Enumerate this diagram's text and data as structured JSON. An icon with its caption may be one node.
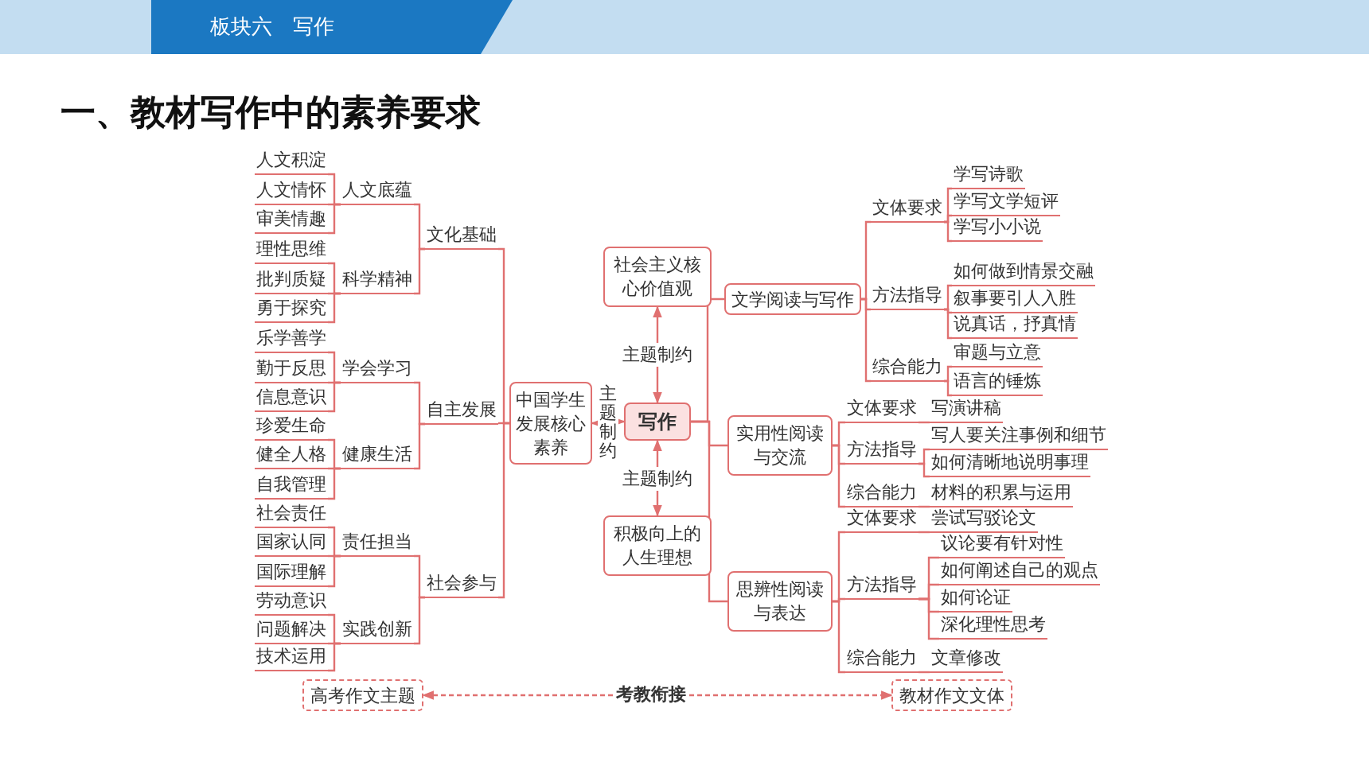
{
  "diagram": {
    "title": "一、教材写作中的素养要求",
    "nodes": [
      {
        "text": [
          "中国学生发展核心素养"
        ]
      },
      {
        "text": [
          "文化基础"
        ]
      },
      {
        "text": [
          "人文底蕴"
        ]
      },
      {
        "text": [
          "人文积淀"
        ]
      },
      {
        "text": [
          "人文情怀"
        ]
      },
      {
        "text": [
          "审美情趣"
        ]
      },
      {
        "text": [
          "科学精神"
        ]
      },
      {
        "text": [
          "理性思维"
        ]
      },
      {
        "text": [
          "批判质疑"
        ]
      },
      {
        "text": [
          "勇于探究"
        ]
      },
      {
        "text": [
          "自主发展"
        ]
      },
      {
        "text": [
          "学会学习"
        ]
      },
      {
        "text": [
          "乐学善学"
        ]
      },
      {
        "text": [
          "勤于反思"
        ]
      },
      {
        "text": [
          "信息意识"
        ]
      },
      {
        "text": [
          "健康生活"
        ]
      },
      {
        "text": [
          "珍爱生命"
        ]
      },
      {
        "text": [
          "健全人格"
        ]
      },
      {
        "text": [
          "自我管理"
        ]
      },
      {
        "text": [
          "社会参与"
        ]
      },
      {
        "text": [
          "责任担当"
        ]
      },
      {
        "text": [
          "社会责任"
        ]
      },
      {
        "text": [
          "国家认同"
        ]
      },
      {
        "text": [
          "国际理解"
        ]
      },
      {
        "text": [
          "实践创新"
        ]
      },
      {
        "text": [
          "劳动意识"
        ]
      },
      {
        "text": [
          "问题解决"
        ]
      },
      {
        "text": [
          "技术运用"
        ]
      },
      {
        "text": [
          "社会主义核心价值观"
        ]
      },
      {
        "text": [
          "写作"
        ]
      },
      {
        "text": [
          "积极向上的人生理想"
        ]
      },
      {
        "text": [
          "文学阅读与写作"
        ]
      },
      {
        "text": [
          "文体要求"
        ]
      },
      {
        "text": [
          "学写诗歌"
        ]
      },
      {
        "text": [
          "学写文学短评"
        ]
      },
      {
        "text": [
          "学写小小说"
        ]
      },
      {
        "text": [
          "方法指导"
        ]
      },
      {
        "text": [
          "如何做到情景交融"
        ]
      },
      {
        "text": [
          "叙事要引人入胜"
        ]
      },
      {
        "text": [
          "说真话，抒真情"
        ]
      },
      {
        "text": [
          "综合能力"
        ]
      },
      {
        "text": [
          "审题与立意"
        ]
      },
      {
        "text": [
          "语言的锤炼"
        ]
      },
      {
        "text": [
          "实用性阅读与交流"
        ]
      },
      {
        "text": [
          "文体要求"
        ]
      },
      {
        "text": [
          "写演讲稿"
        ]
      },
      {
        "text": [
          "方法指导"
        ]
      },
      {
        "text": [
          "写人要关注事例和细节"
        ]
      },
      {
        "text": [
          "如何清晰地说明事理"
        ]
      },
      {
        "text": [
          "综合能力"
        ]
      },
      {
        "text": [
          "材料的积累与运用"
        ]
      },
      {
        "text": [
          "思辨性阅读与表达"
        ]
      },
      {
        "text": [
          "文体要求"
        ]
      },
      {
        "text": [
          "尝试写驳论文"
        ]
      },
      {
        "text": [
          "方法指导"
        ]
      },
      {
        "text": [
          "议论要有针对性"
        ]
      },
      {
        "text": [
          "如何阐述自己的观点"
        ]
      },
      {
        "text": [
          "如何论证"
        ]
      },
      {
        "text": [
          "深化理性思考"
        ]
      },
      {
        "text": [
          "综合能力"
        ]
      },
      {
        "text": [
          "文章修改"
        ]
      },
      {
        "text": [
          "高考作文主题"
        ]
      },
      {
        "text": [
          "考教衔接"
        ]
      },
      {
        "text": [
          "教材作文文体"
        ]
      }
    ],
    "edges": [
      {
        "from": 0,
        "to": 1,
        "arrow": "none"
      },
      {
        "from": 0,
        "to": 10,
        "arrow": "none"
      },
      {
        "from": 0,
        "to": 19,
        "arrow": "none"
      },
      {
        "from": 1,
        "to": 2,
        "arrow": "none"
      },
      {
        "from": 1,
        "to": 6,
        "arrow": "none"
      },
      {
        "from": 2,
        "to": 3,
        "arrow": "none"
      },
      {
        "from": 2,
        "to": 4,
        "arrow": "none"
      },
      {
        "from": 2,
        "to": 5,
        "arrow": "none"
      },
      {
        "from": 6,
        "to": 7,
        "arrow": "none"
      },
      {
        "from": 6,
        "to": 8,
        "arrow": "none"
      },
      {
        "from": 6,
        "to": 9,
        "arrow": "none"
      },
      {
        "from": 10,
        "to": 11,
        "arrow": "none"
      },
      {
        "from": 10,
        "to": 15,
        "arrow": "none"
      },
      {
        "from": 11,
        "to": 12,
        "arrow": "none"
      },
      {
        "from": 11,
        "to": 13,
        "arrow": "none"
      },
      {
        "from": 11,
        "to": 14,
        "arrow": "none"
      },
      {
        "from": 15,
        "to": 16,
        "arrow": "none"
      },
      {
        "from": 15,
        "to": 17,
        "arrow": "none"
      },
      {
        "from": 15,
        "to": 18,
        "arrow": "none"
      },
      {
        "from": 19,
        "to": 20,
        "arrow": "none"
      },
      {
        "from": 19,
        "to": 24,
        "arrow": "none"
      },
      {
        "from": 20,
        "to": 21,
        "arrow": "none"
      },
      {
        "from": 20,
        "to": 22,
        "arrow": "none"
      },
      {
        "from": 20,
        "to": 23,
        "arrow": "none"
      },
      {
        "from": 24,
        "to": 25,
        "arrow": "none"
      },
      {
        "from": 24,
        "to": 26,
        "arrow": "none"
      },
      {
        "from": 24,
        "to": 27,
        "arrow": "none"
      },
      {
        "from": 29,
        "to": 28,
        "arrow": "both",
        "label": "主题制约"
      },
      {
        "from": 29,
        "to": 0,
        "arrow": "both",
        "label": "主题制约"
      },
      {
        "from": 29,
        "to": 30,
        "arrow": "both",
        "label": "主题制约"
      },
      {
        "from": 29,
        "to": 31,
        "arrow": "none"
      },
      {
        "from": 29,
        "to": 43,
        "arrow": "none"
      },
      {
        "from": 29,
        "to": 51,
        "arrow": "none"
      },
      {
        "from": 31,
        "to": 32,
        "arrow": "none"
      },
      {
        "from": 31,
        "to": 36,
        "arrow": "none"
      },
      {
        "from": 31,
        "to": 40,
        "arrow": "none"
      },
      {
        "from": 32,
        "to": 33,
        "arrow": "none"
      },
      {
        "from": 32,
        "to": 34,
        "arrow": "none"
      },
      {
        "from": 32,
        "to": 35,
        "arrow": "none"
      },
      {
        "from": 36,
        "to": 37,
        "arrow": "none"
      },
      {
        "from": 36,
        "to": 38,
        "arrow": "none"
      },
      {
        "from": 36,
        "to": 39,
        "arrow": "none"
      },
      {
        "from": 40,
        "to": 41,
        "arrow": "none"
      },
      {
        "from": 40,
        "to": 42,
        "arrow": "none"
      },
      {
        "from": 43,
        "to": 44,
        "arrow": "none"
      },
      {
        "from": 43,
        "to": 46,
        "arrow": "none"
      },
      {
        "from": 43,
        "to": 49,
        "arrow": "none"
      },
      {
        "from": 44,
        "to": 45,
        "arrow": "none"
      },
      {
        "from": 46,
        "to": 47,
        "arrow": "none"
      },
      {
        "from": 46,
        "to": 48,
        "arrow": "none"
      },
      {
        "from": 49,
        "to": 50,
        "arrow": "none"
      },
      {
        "from": 51,
        "to": 52,
        "arrow": "none"
      },
      {
        "from": 51,
        "to": 54,
        "arrow": "none"
      },
      {
        "from": 51,
        "to": 59,
        "arrow": "none"
      },
      {
        "from": 52,
        "to": 53,
        "arrow": "none"
      },
      {
        "from": 54,
        "to": 55,
        "arrow": "none"
      },
      {
        "from": 54,
        "to": 56,
        "arrow": "none"
      },
      {
        "from": 54,
        "to": 57,
        "arrow": "none"
      },
      {
        "from": 54,
        "to": 58,
        "arrow": "none"
      },
      {
        "from": 59,
        "to": 60,
        "arrow": "none"
      },
      {
        "from": 62,
        "to": 61,
        "arrow": "to",
        "style": "dashed"
      },
      {
        "from": 62,
        "to": 63,
        "arrow": "to",
        "style": "dashed"
      }
    ],
    "labels": [
      "板块六　写作"
    ]
  }
}
